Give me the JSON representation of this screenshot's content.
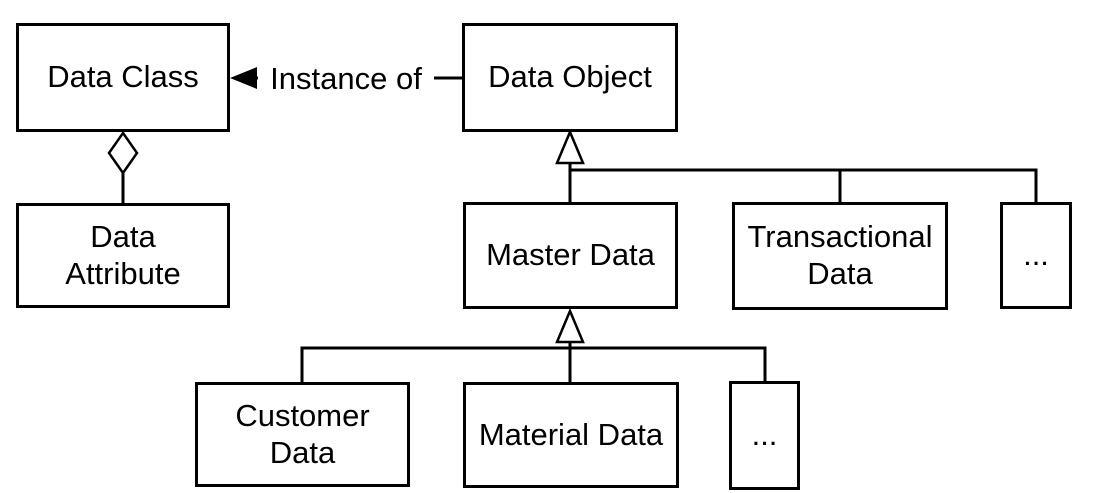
{
  "diagram": {
    "background_color": "#ffffff",
    "line_color": "#000000",
    "text_color": "#000000",
    "nodes": {
      "data_class": {
        "label": "Data Class"
      },
      "data_object": {
        "label": "Data Object"
      },
      "data_attribute": {
        "label": "Data\nAttribute"
      },
      "master_data": {
        "label": "Master Data"
      },
      "transactional_data": {
        "label": "Transactional\nData"
      },
      "ellipsis_top": {
        "label": "..."
      },
      "customer_data": {
        "label": "Customer\nData"
      },
      "material_data": {
        "label": "Material Data"
      },
      "ellipsis_bottom": {
        "label": "..."
      }
    },
    "edges": {
      "instance_of": {
        "label": "Instance of",
        "type": "arrow",
        "from": "Data Object",
        "to": "Data Class"
      },
      "aggregation_data_class_attribute": {
        "type": "aggregation-diamond",
        "from": "Data Class",
        "to": "Data Attribute"
      },
      "generalization_data_object": {
        "type": "generalization-triangle",
        "parent": "Data Object",
        "children": [
          "Master Data",
          "Transactional Data",
          "..."
        ]
      },
      "generalization_master_data": {
        "type": "generalization-triangle",
        "parent": "Master Data",
        "children": [
          "Customer Data",
          "Material Data",
          "..."
        ]
      }
    }
  }
}
